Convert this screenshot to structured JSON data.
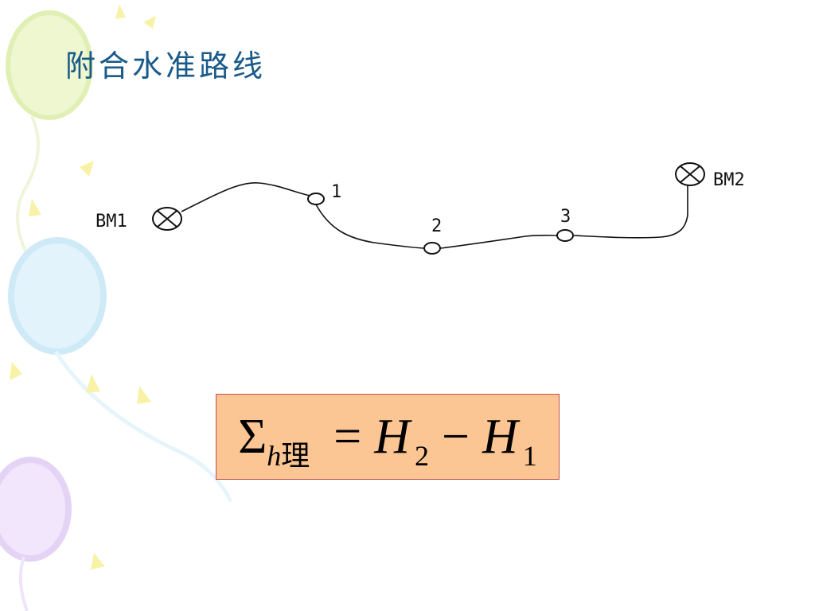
{
  "title": "附合水准路线",
  "route": {
    "start_benchmark": "BM1",
    "end_benchmark": "BM2",
    "turning_points": [
      "1",
      "2",
      "3"
    ]
  },
  "formula": {
    "sigma": "Σ",
    "subscript_var": "h",
    "subscript_text": "理",
    "equals": "=",
    "term1_var": "H",
    "term1_index": "2",
    "minus": "−",
    "term2_var": "H",
    "term2_index": "1"
  },
  "colors": {
    "title": "#1a5a8a",
    "formula_background": "#fbc594",
    "formula_border": "#c0504d"
  }
}
